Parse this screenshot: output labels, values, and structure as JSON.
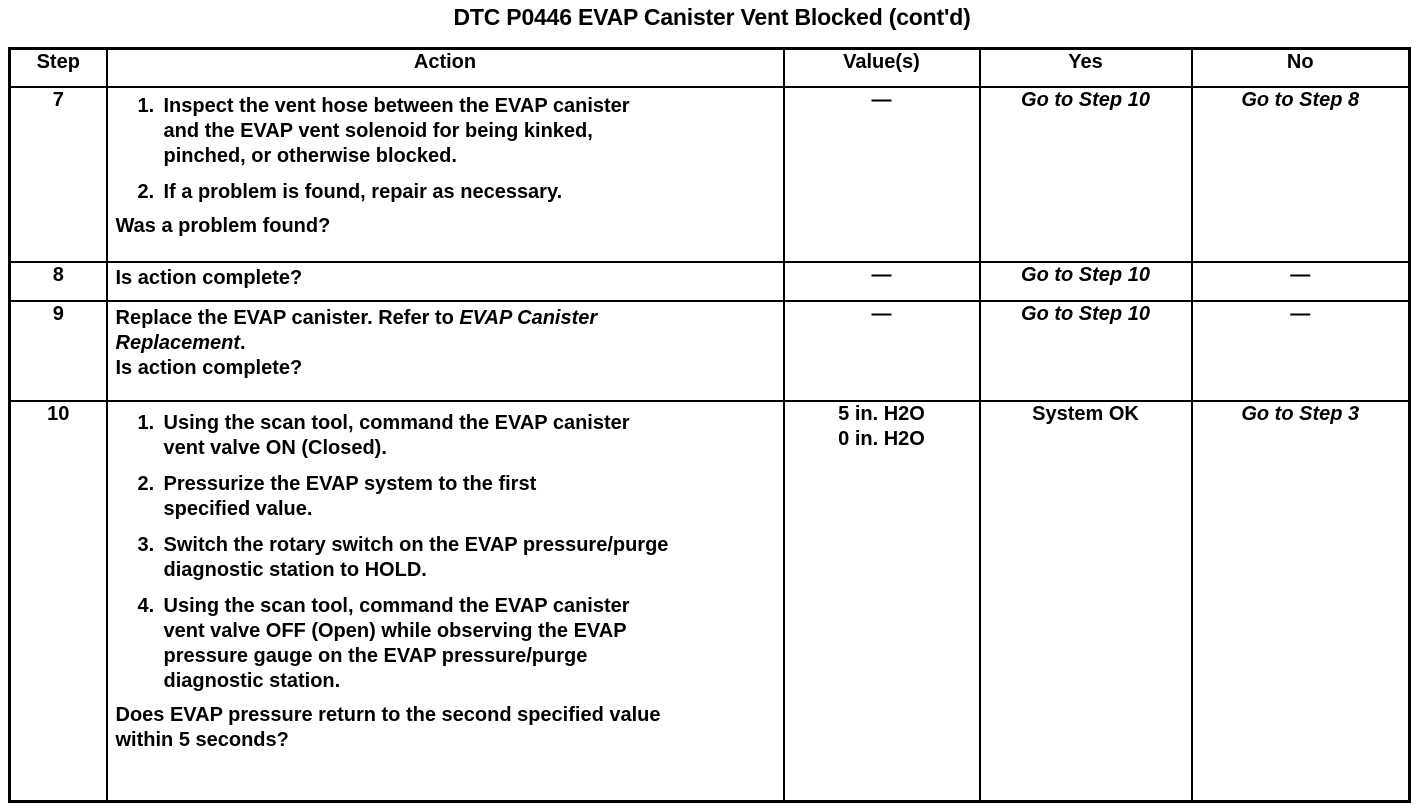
{
  "title": "DTC P0446 EVAP Canister Vent Blocked (cont'd)",
  "columns": {
    "step": "Step",
    "action": "Action",
    "values": "Value(s)",
    "yes": "Yes",
    "no": "No"
  },
  "symbols": {
    "dash": "—"
  },
  "rows": {
    "step7": {
      "step": "7",
      "items": [
        {
          "num": "1.",
          "line1": "Inspect the vent hose between the EVAP canister",
          "line2": "and the EVAP vent solenoid for being kinked,",
          "line3": "pinched, or otherwise blocked."
        },
        {
          "num": "2.",
          "line1": "If a problem is found, repair as necessary."
        }
      ],
      "question": "Was a problem found?",
      "value": "—",
      "yes": "Go to Step 10",
      "no": "Go to Step 8"
    },
    "step8": {
      "step": "8",
      "question": "Is action complete?",
      "value": "—",
      "yes": "Go to Step 10",
      "no": "—"
    },
    "step9": {
      "step": "9",
      "lead_a": "Replace the EVAP canister. Refer to ",
      "lead_italic_1": "EVAP Canister",
      "lead_italic_2": "Replacement",
      "lead_b": ".",
      "question": "Is action complete?",
      "value": "—",
      "yes": "Go to Step 10",
      "no": "—"
    },
    "step10": {
      "step": "10",
      "items": [
        {
          "num": "1.",
          "line1": "Using the scan tool, command the EVAP canister",
          "line2": "vent valve ON (Closed)."
        },
        {
          "num": "2.",
          "line1": "Pressurize the EVAP system to the first",
          "line2": "specified value."
        },
        {
          "num": "3.",
          "line1": "Switch the rotary switch on the EVAP pressure/purge",
          "line2": "diagnostic station to HOLD."
        },
        {
          "num": "4.",
          "line1": "Using the scan tool, command the EVAP canister",
          "line2": "vent valve OFF (Open) while observing the EVAP",
          "line3": "pressure gauge on the EVAP pressure/purge",
          "line4": "diagnostic station."
        }
      ],
      "question_line1": "Does EVAP pressure return to the second specified value",
      "question_line2": "within 5 seconds?",
      "value_line1": "5 in. H2O",
      "value_line2": "0 in. H2O",
      "yes": "System OK",
      "no": "Go to Step 3"
    }
  }
}
